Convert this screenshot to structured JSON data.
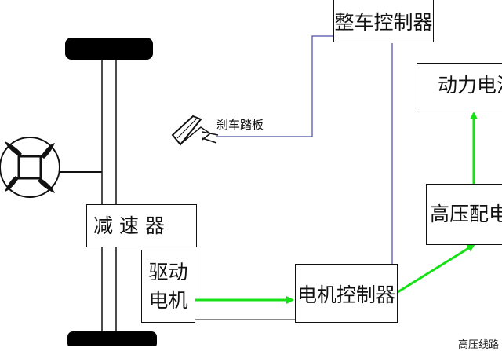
{
  "diagram": {
    "nodes": {
      "vcu": "整车控制器",
      "battery": "动力电池",
      "hv_distribution": "高压配电",
      "motor_controller": "电机控制器",
      "reducer": "减 速 器",
      "drive_motor_line1": "驱动",
      "drive_motor_line2": "电机",
      "brake_pedal": "刹车踏板",
      "hv_harness": "高压线路"
    },
    "colors": {
      "power_flow": "#16e016",
      "signal_line": "#4a4aa8",
      "wheel": "#000000",
      "outline": "#111111"
    },
    "icons": [
      "wheel-tire",
      "fan-icon",
      "brake-pedal-icon",
      "axle-shaft"
    ]
  }
}
